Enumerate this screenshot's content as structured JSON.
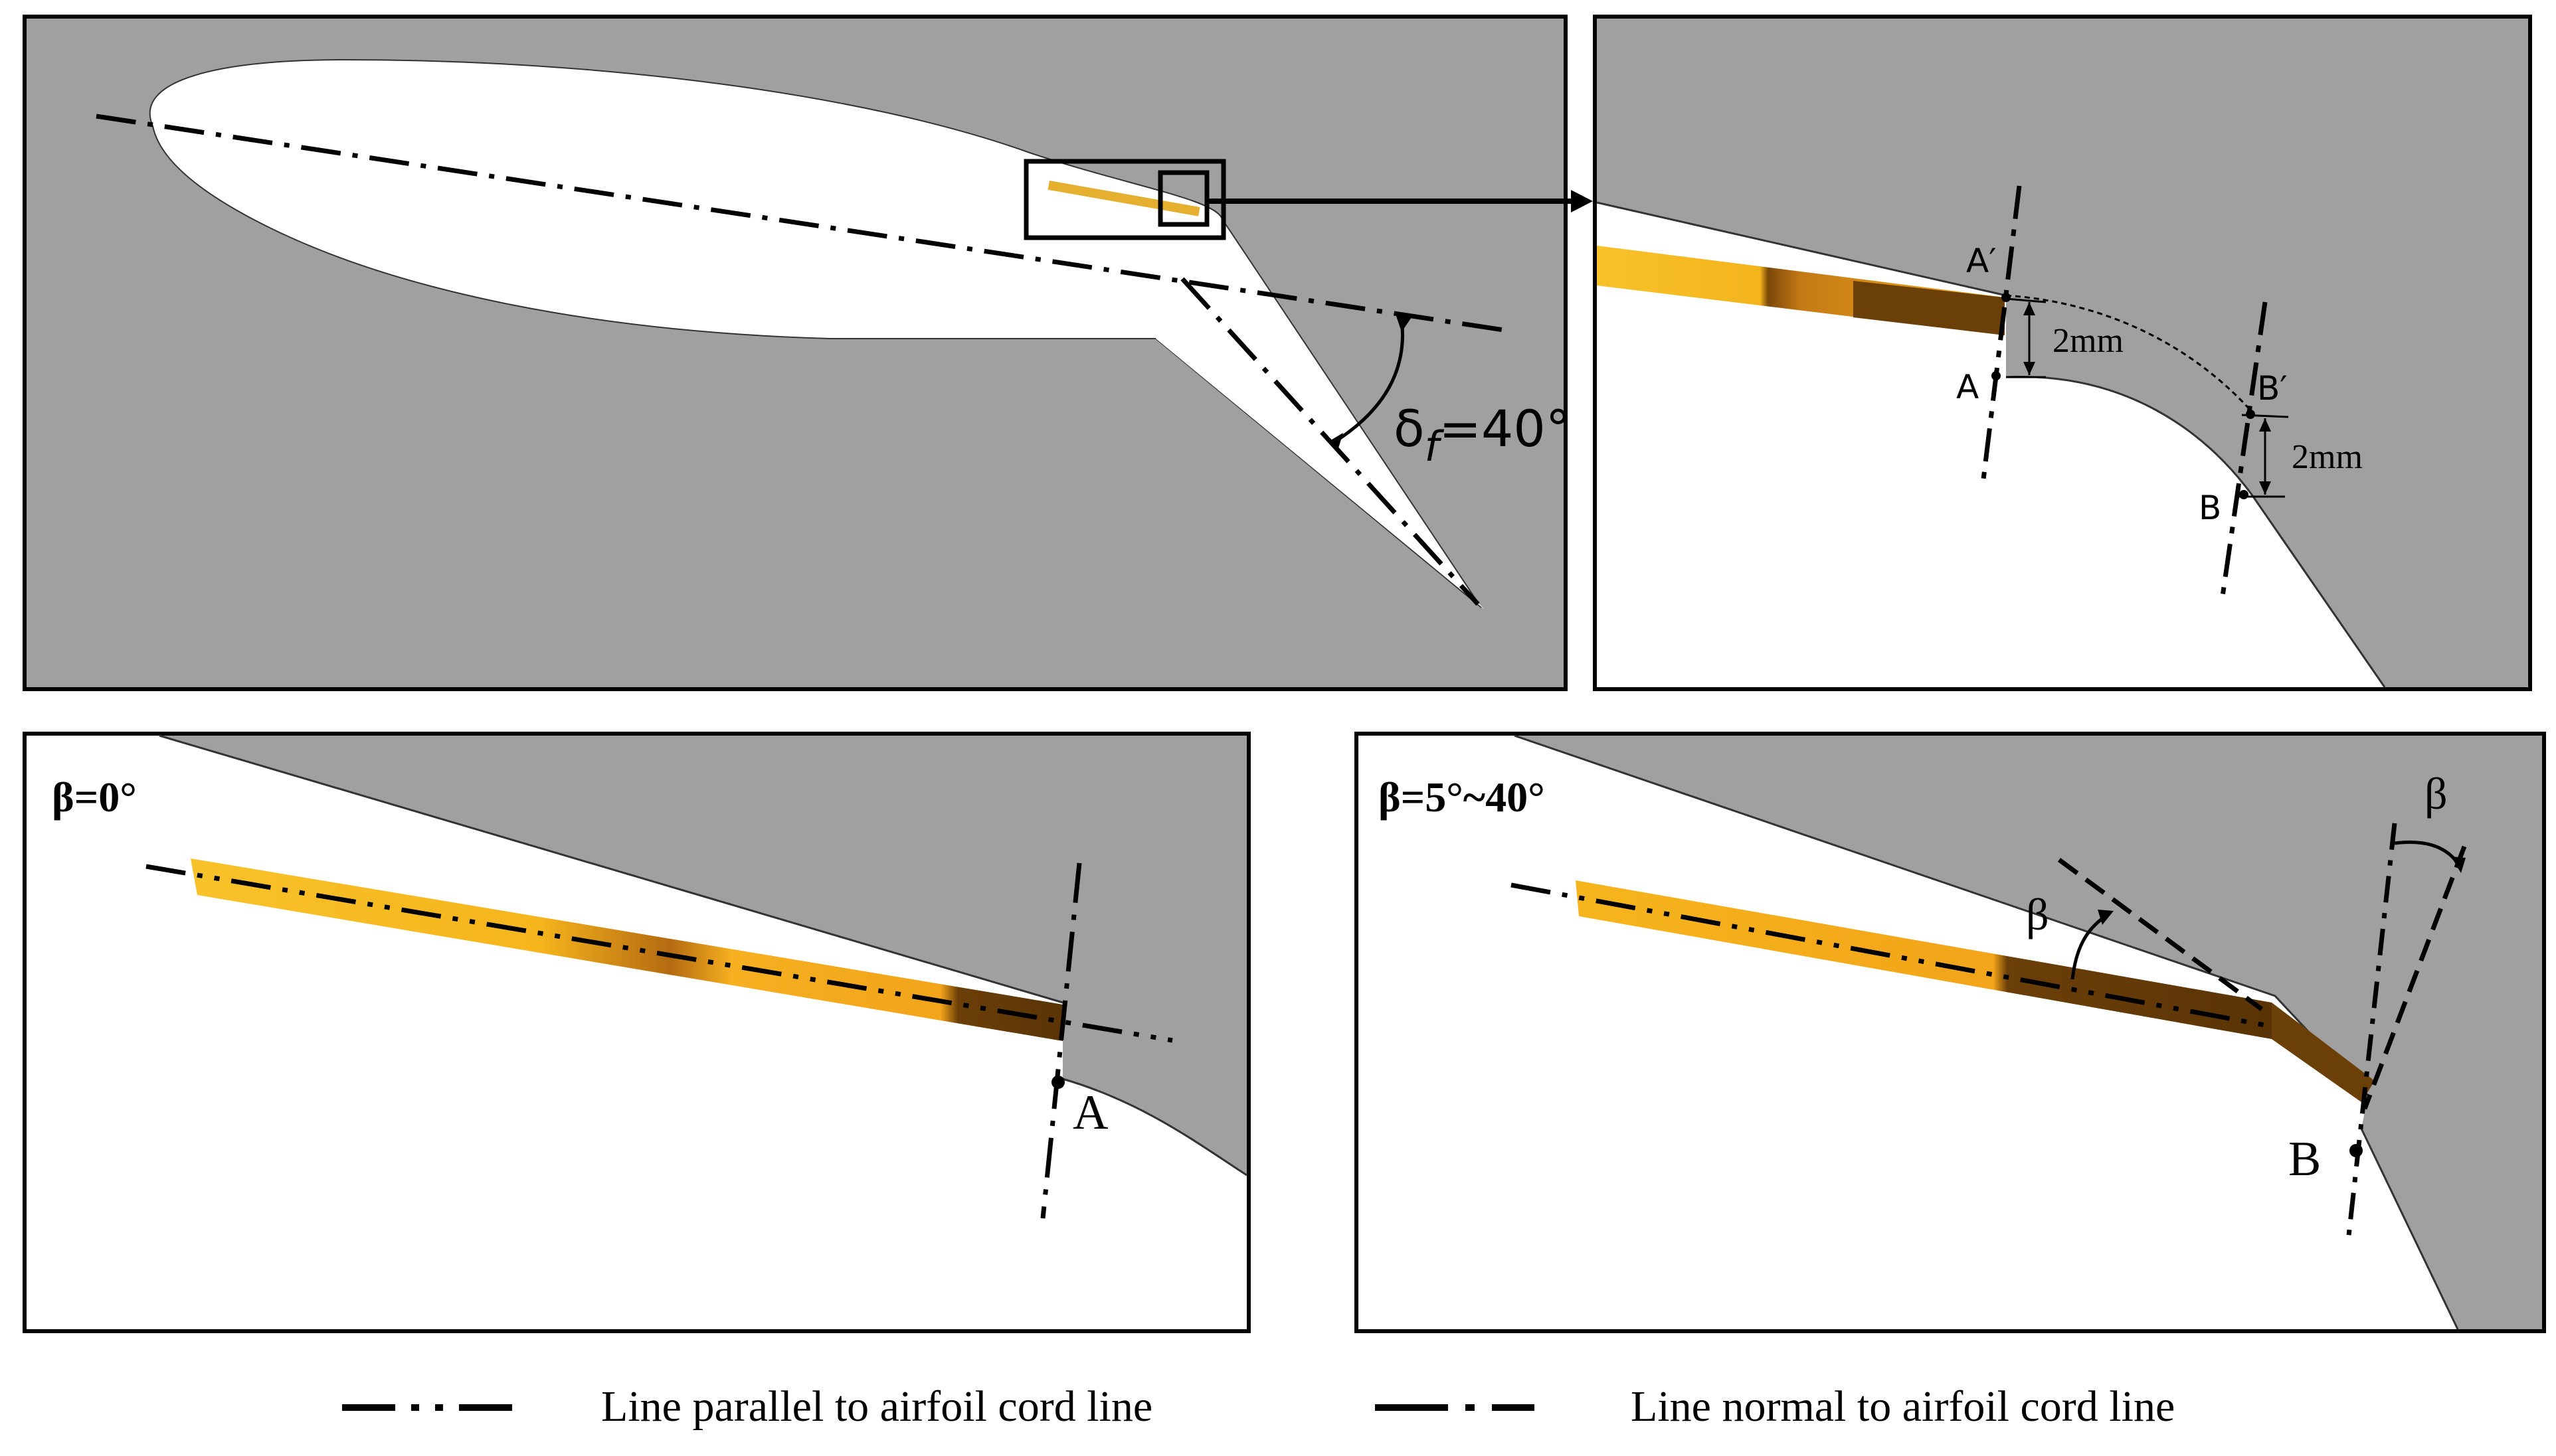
{
  "panels": {
    "overview": {
      "flap_angle_symbol": "δ",
      "flap_angle_subscript": "f",
      "flap_angle_value": "=40°"
    },
    "detail": {
      "point_a": "A",
      "point_a_prime": "A′",
      "point_b": "B",
      "point_b_prime": "B′",
      "offset_a": "2mm",
      "offset_b": "2mm"
    },
    "beta_zero": {
      "title": "β=0°",
      "point_a": "A"
    },
    "beta_range": {
      "title": "β=5°~40°",
      "beta_label_1": "β",
      "beta_label_2": "β",
      "point_b": "B"
    }
  },
  "legend": {
    "parallel_line": "Line parallel to airfoil cord line",
    "normal_line": "Line normal to airfoil cord line"
  },
  "colors": {
    "background_gray": "#a0a0a0",
    "panel_border": "#000000",
    "actuator_yellow": "#f6b51c",
    "actuator_dark": "#6b3f08",
    "airfoil_fill": "#ffffff"
  }
}
